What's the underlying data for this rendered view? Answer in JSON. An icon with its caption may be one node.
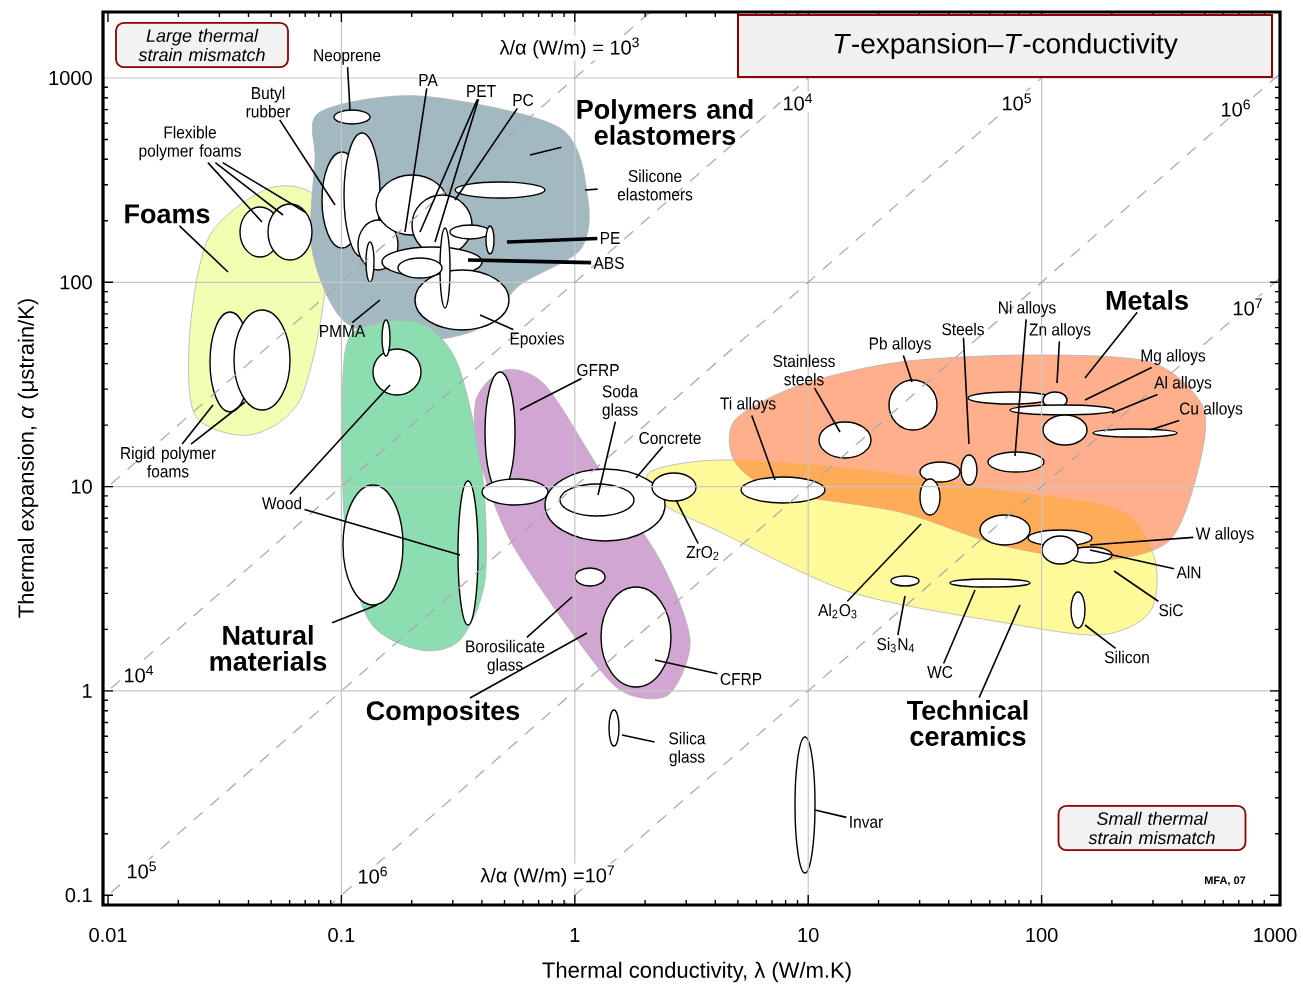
{
  "diagram": {
    "title": "*T*-expansion–*T*-conductivity",
    "nodes": [
      {
        "text": [
          "Large thermal strain mismatch"
        ]
      },
      {
        "text": [
          "Small thermal *strain mismatch*"
        ]
      },
      {
        "text": [
          "Neoprene"
        ]
      },
      {
        "text": [
          "Butyl rubber"
        ]
      },
      {
        "text": [
          "PA"
        ]
      },
      {
        "text": [
          "PET"
        ]
      },
      {
        "text": [
          "PC"
        ]
      },
      {
        "text": [
          "Flexible polymer foams"
        ]
      },
      {
        "text": [
          "Polymers and elastomers"
        ]
      },
      {
        "text": [
          "Silicone elastomers"
        ]
      },
      {
        "text": [
          "Foams"
        ]
      },
      {
        "text": [
          "PE"
        ]
      },
      {
        "text": [
          "ABS"
        ]
      },
      {
        "text": [
          "PMMA"
        ]
      },
      {
        "text": [
          "Epoxies"
        ]
      },
      {
        "text": [
          "Rigid polymer foams"
        ]
      },
      {
        "text": [
          "GFRP"
        ]
      },
      {
        "text": [
          "Soda glass"
        ]
      },
      {
        "text": [
          "Concrete"
        ]
      },
      {
        "text": [
          "Wood"
        ]
      },
      {
        "text": [
          "ZrO$_{2}$"
        ]
      },
      {
        "text": [
          "Natural materials"
        ]
      },
      {
        "text": [
          "Borosilicate glass"
        ]
      },
      {
        "text": [
          "CFRP"
        ]
      },
      {
        "text": [
          "Composites"
        ]
      },
      {
        "text": [
          "Silica glass"
        ]
      },
      {
        "text": [
          "Invar"
        ]
      },
      {
        "text": [
          "Stainless steels"
        ]
      },
      {
        "text": [
          "Ti alloys"
        ]
      },
      {
        "text": [
          "Pb alloys"
        ]
      },
      {
        "text": [
          "Steels"
        ]
      },
      {
        "text": [
          "Ni alloys"
        ]
      },
      {
        "text": [
          "Zn alloys"
        ]
      },
      {
        "text": [
          "Metals"
        ]
      },
      {
        "text": [
          "Mg alloys"
        ]
      },
      {
        "text": [
          "Al alloys"
        ]
      },
      {
        "text": [
          "Cu alloys"
        ]
      },
      {
        "text": [
          "W alloys"
        ]
      },
      {
        "text": [
          "AlN"
        ]
      },
      {
        "text": [
          "SiC"
        ]
      },
      {
        "text": [
          "Silicon"
        ]
      },
      {
        "text": [
          "Al$_{2}$O$_{3}$"
        ]
      },
      {
        "text": [
          "Si$_{3}$N$_{4}$"
        ]
      },
      {
        "text": [
          "WC"
        ]
      },
      {
        "text": [
          "Technical ceramics"
        ]
      }
    ],
    "edges": [
      {
        "from": 2,
        "to": null,
        "arrow": "none"
      },
      {
        "from": 3,
        "to": null,
        "arrow": "none"
      },
      {
        "from": 4,
        "to": null,
        "arrow": "none"
      },
      {
        "from": 5,
        "to": null,
        "arrow": "none"
      },
      {
        "from": 5,
        "to": null,
        "arrow": "none"
      },
      {
        "from": 6,
        "to": null,
        "arrow": "none"
      },
      {
        "from": 7,
        "to": null,
        "arrow": "none"
      },
      {
        "from": 7,
        "to": null,
        "arrow": "none"
      },
      {
        "from": 7,
        "to": null,
        "arrow": "none"
      },
      {
        "from": 8,
        "to": null,
        "arrow": "none"
      },
      {
        "from": 9,
        "to": null,
        "arrow": "none"
      },
      {
        "from": 10,
        "to": null,
        "arrow": "none"
      },
      {
        "from": 11,
        "to": null,
        "arrow": "none",
        "style": "thick"
      },
      {
        "from": 12,
        "to": null,
        "arrow": "none",
        "style": "thick"
      },
      {
        "from": 13,
        "to": null,
        "arrow": "none"
      },
      {
        "from": 14,
        "to": null,
        "arrow": "none"
      },
      {
        "from": 15,
        "to": null,
        "arrow": "none"
      },
      {
        "from": 15,
        "to": null,
        "arrow": "none"
      },
      {
        "from": 16,
        "to": null,
        "arrow": "none"
      },
      {
        "from": 17,
        "to": null,
        "arrow": "none"
      },
      {
        "from": 18,
        "to": null,
        "arrow": "none"
      },
      {
        "from": 19,
        "to": null,
        "arrow": "none"
      },
      {
        "from": 19,
        "to": null,
        "arrow": "none"
      },
      {
        "from": 20,
        "to": null,
        "arrow": "none"
      },
      {
        "from": 21,
        "to": null,
        "arrow": "none"
      },
      {
        "from": 22,
        "to": null,
        "arrow": "none"
      },
      {
        "from": 23,
        "to": null,
        "arrow": "none"
      },
      {
        "from": 24,
        "to": null,
        "arrow": "none"
      },
      {
        "from": 25,
        "to": null,
        "arrow": "none"
      },
      {
        "from": 26,
        "to": null,
        "arrow": "none"
      },
      {
        "from": 27,
        "to": null,
        "arrow": "none"
      },
      {
        "from": 28,
        "to": null,
        "arrow": "none"
      },
      {
        "from": 29,
        "to": null,
        "arrow": "none"
      },
      {
        "from": 30,
        "to": null,
        "arrow": "none"
      },
      {
        "from": 31,
        "to": null,
        "arrow": "none"
      },
      {
        "from": 32,
        "to": null,
        "arrow": "none"
      },
      {
        "from": 33,
        "to": null,
        "arrow": "none"
      },
      {
        "from": 34,
        "to": null,
        "arrow": "none"
      },
      {
        "from": 35,
        "to": null,
        "arrow": "none"
      },
      {
        "from": 36,
        "to": null,
        "arrow": "none"
      },
      {
        "from": 37,
        "to": null,
        "arrow": "none"
      },
      {
        "from": 38,
        "to": null,
        "arrow": "none"
      },
      {
        "from": 39,
        "to": null,
        "arrow": "none"
      },
      {
        "from": 40,
        "to": null,
        "arrow": "none"
      },
      {
        "from": 41,
        "to": null,
        "arrow": "none"
      },
      {
        "from": 42,
        "to": null,
        "arrow": "none"
      },
      {
        "from": 43,
        "to": null,
        "arrow": "none"
      },
      {
        "from": 44,
        "to": null,
        "arrow": "none"
      }
    ],
    "labels": [
      "λ/α (W/m) = 10$^{3}$",
      "10$^{4}$",
      "10$^{5}$",
      "10$^{6}$",
      "10$^{7}$",
      "10$^{4}$",
      "10$^{5}$",
      "10$^{6}$",
      "λ/α (W/m) =10$^{7}$",
      "MFA, 07",
      "1000",
      "100",
      "10",
      "1",
      "0.1",
      "0.01",
      "0.1",
      "1",
      "10",
      "100",
      "1000",
      "Thermal expansion, *α* (μstrain/K)",
      "Thermal conductivity, λ (W/m.K)"
    ]
  }
}
